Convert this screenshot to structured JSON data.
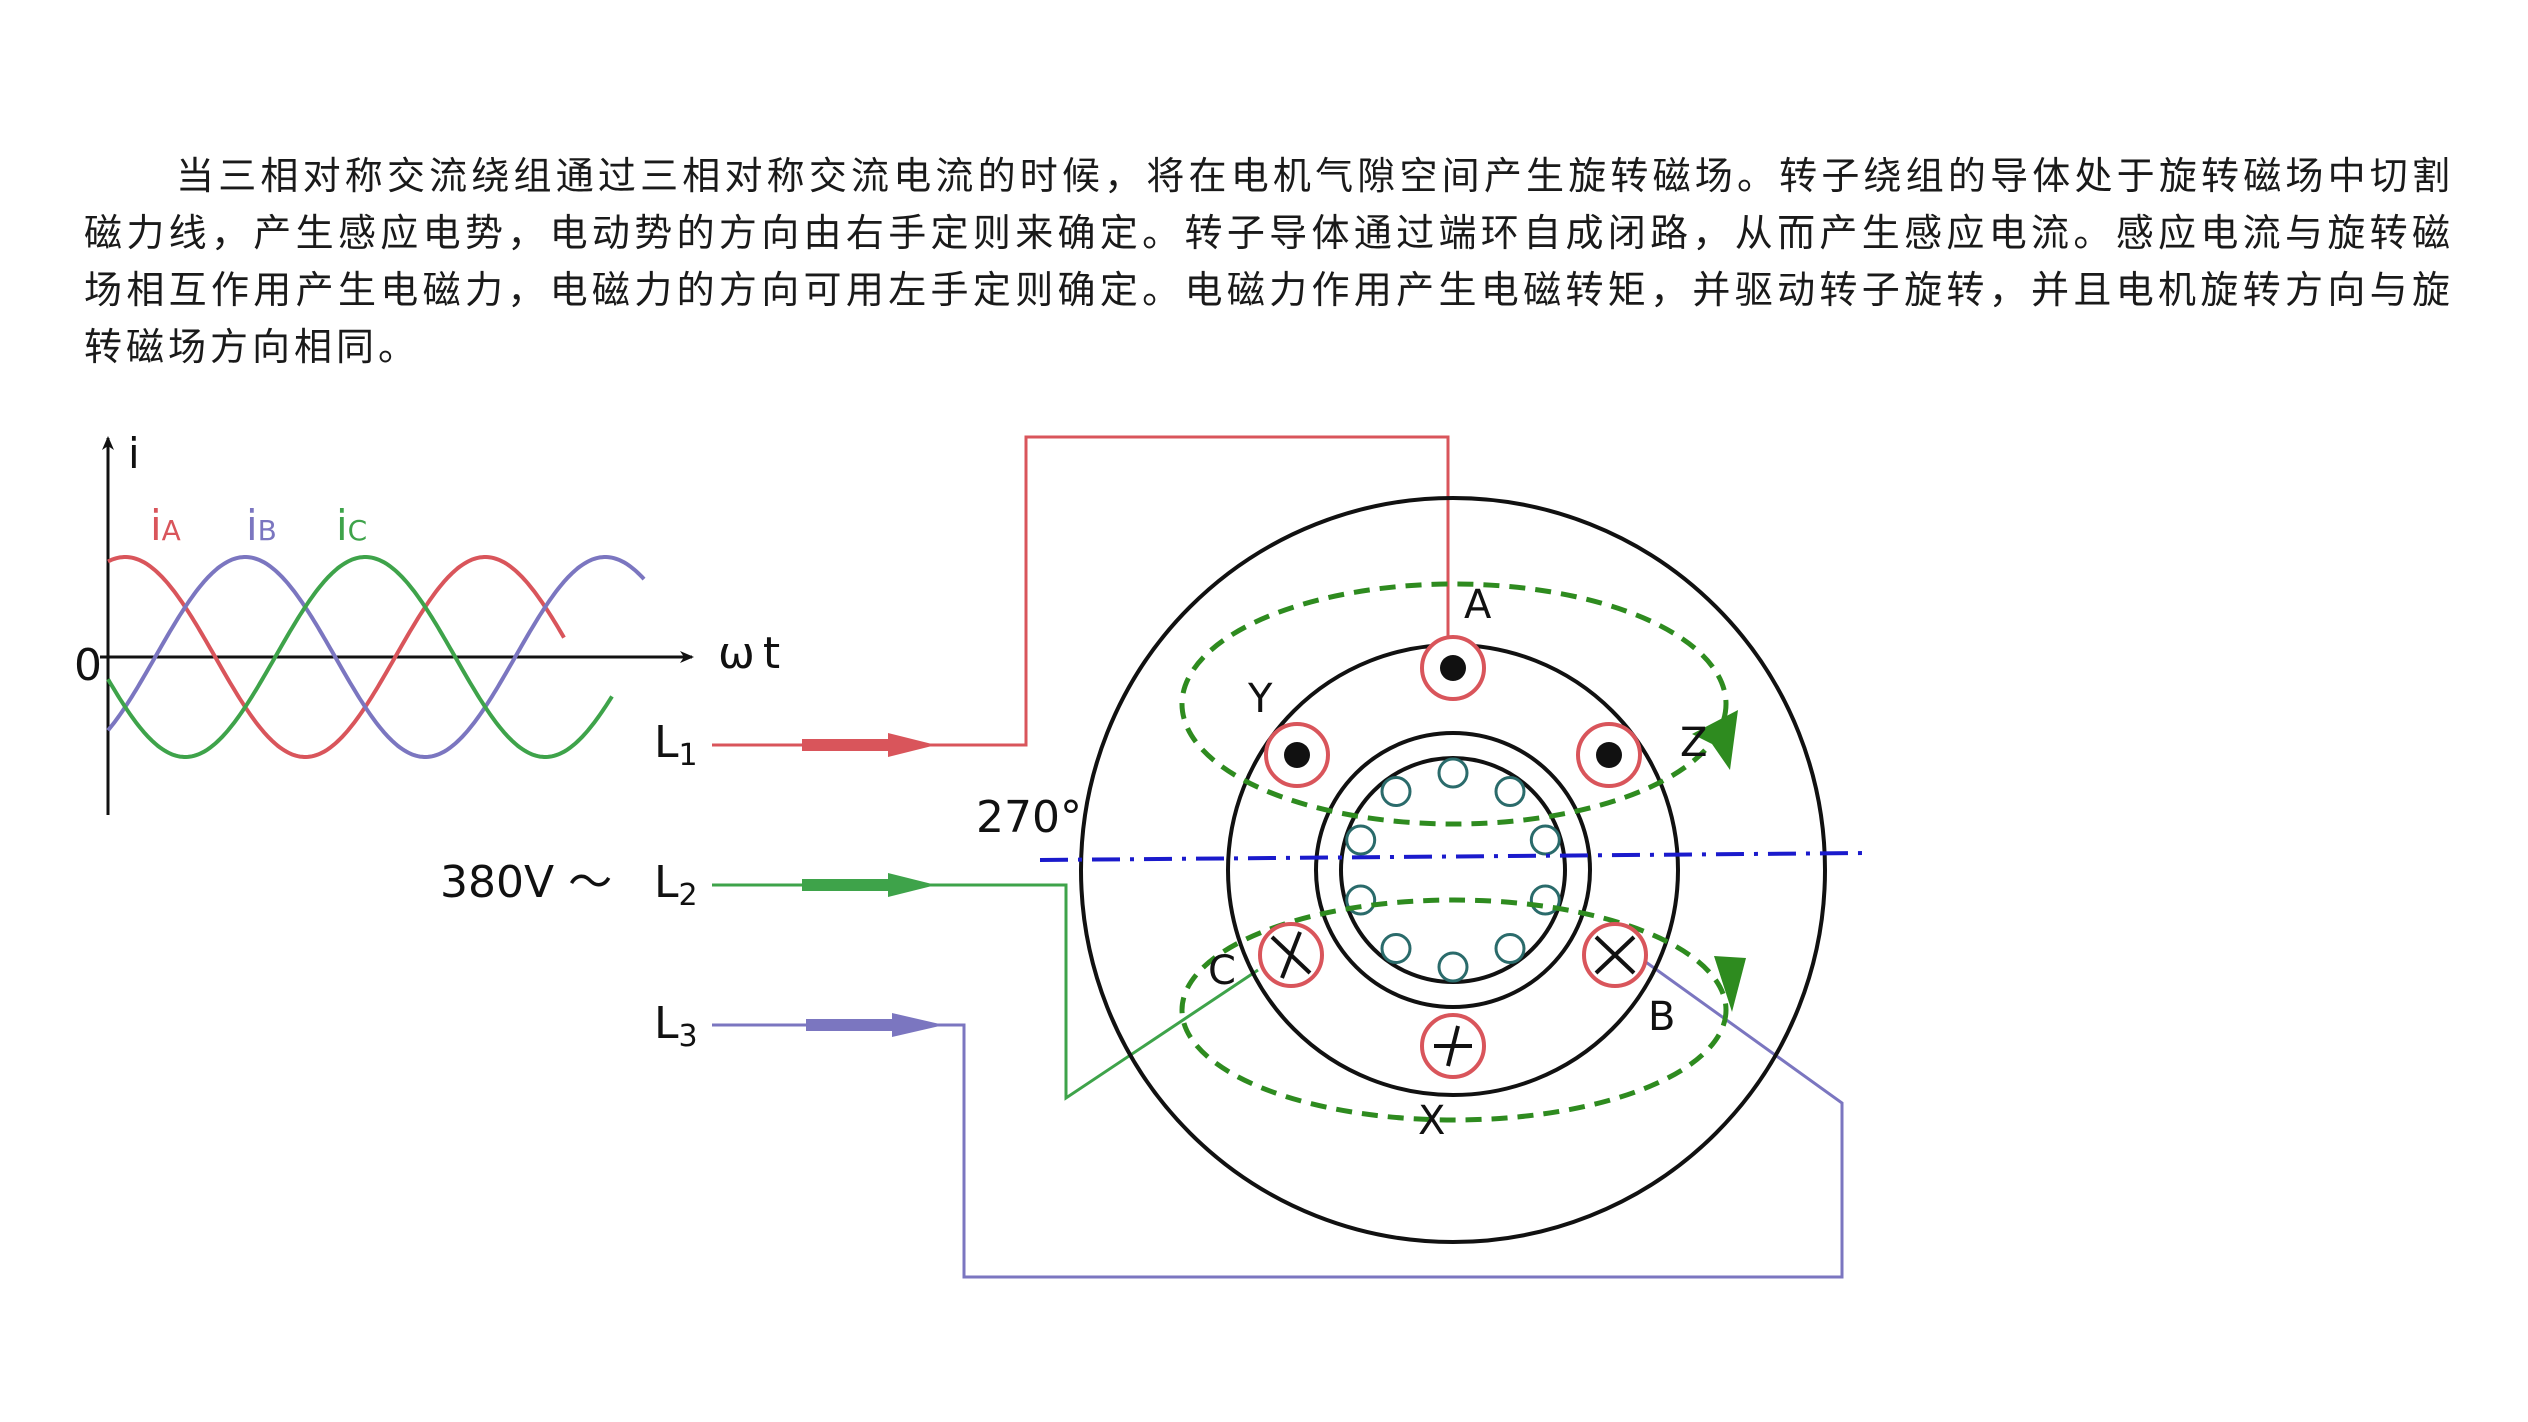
{
  "paragraph": "当三相对称交流绕组通过三相对称交流电流的时候，将在电机气隙空间产生旋转磁场。转子绕组的导体处于旋转磁场中切割磁力线，产生感应电势，电动势的方向由右手定则来确定。转子导体通过端环自成闭路，从而产生感应电流。感应电流与旋转磁场相互作用产生电磁力，电磁力的方向可用左手定则确定。电磁力作用产生电磁转矩，并驱动转子旋转，并且电机旋转方向与旋转磁场方向相同。",
  "waveform": {
    "y_label": "i",
    "x_label": "ωt",
    "origin": "0",
    "series": [
      {
        "name": "A",
        "prefix": "i",
        "color": "#d9555b"
      },
      {
        "name": "B",
        "prefix": "i",
        "color": "#7b76c0"
      },
      {
        "name": "C",
        "prefix": "i",
        "color": "#3ea34a"
      }
    ]
  },
  "supply": {
    "voltage": "380V ～",
    "lines": [
      {
        "name": "L",
        "sub": "1",
        "color": "#d9555b"
      },
      {
        "name": "L",
        "sub": "2",
        "color": "#3ea34a"
      },
      {
        "name": "L",
        "sub": "3",
        "color": "#7b76c0"
      }
    ]
  },
  "motor": {
    "angle_label": "270°",
    "coils": {
      "A": "A",
      "B": "B",
      "C": "C",
      "X": "X",
      "Y": "Y",
      "Z": "Z"
    },
    "flux_color": "#2e8b1f",
    "axis_color": "#1a1acc",
    "slot_color": "#d9555b",
    "rotor_conductor_color": "#2a6b6b",
    "rotor_conductor_count": 10
  }
}
